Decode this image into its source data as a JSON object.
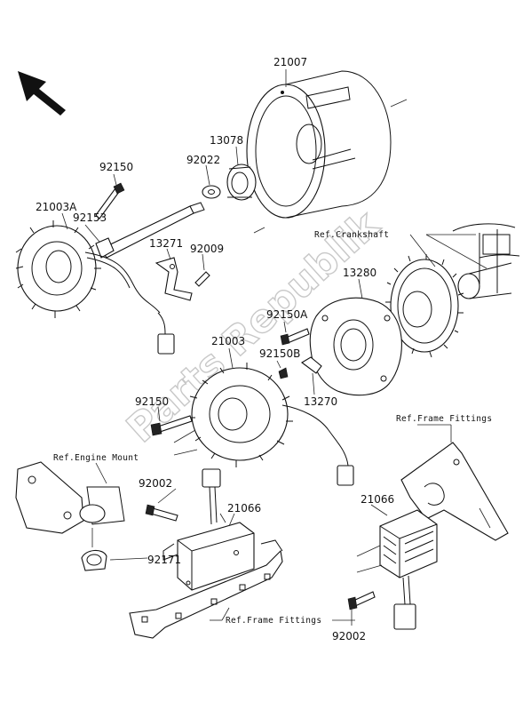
{
  "watermark": "Parts Republik",
  "part_numbers": {
    "p21007": "21007",
    "p13078": "13078",
    "p92022": "92022",
    "p92150_top": "92150",
    "p21003A": "21003A",
    "p92153": "92153",
    "p13271": "13271",
    "p92009": "92009",
    "p13280": "13280",
    "p92150A": "92150A",
    "p21003": "21003",
    "p92150B": "92150B",
    "p92150_mid": "92150",
    "p13270": "13270",
    "p92002_left": "92002",
    "p21066_left": "21066",
    "p92171": "92171",
    "p21066_right": "21066",
    "p92002_right": "92002"
  },
  "references": {
    "crankshaft": "Ref.Crankshaft",
    "frame_fittings_top": "Ref.Frame Fittings",
    "engine_mount": "Ref.Engine Mount",
    "frame_fittings_bottom": "Ref.Frame Fittings"
  },
  "colors": {
    "line": "#111111",
    "watermark": "#c8c8c8",
    "background": "#ffffff"
  }
}
